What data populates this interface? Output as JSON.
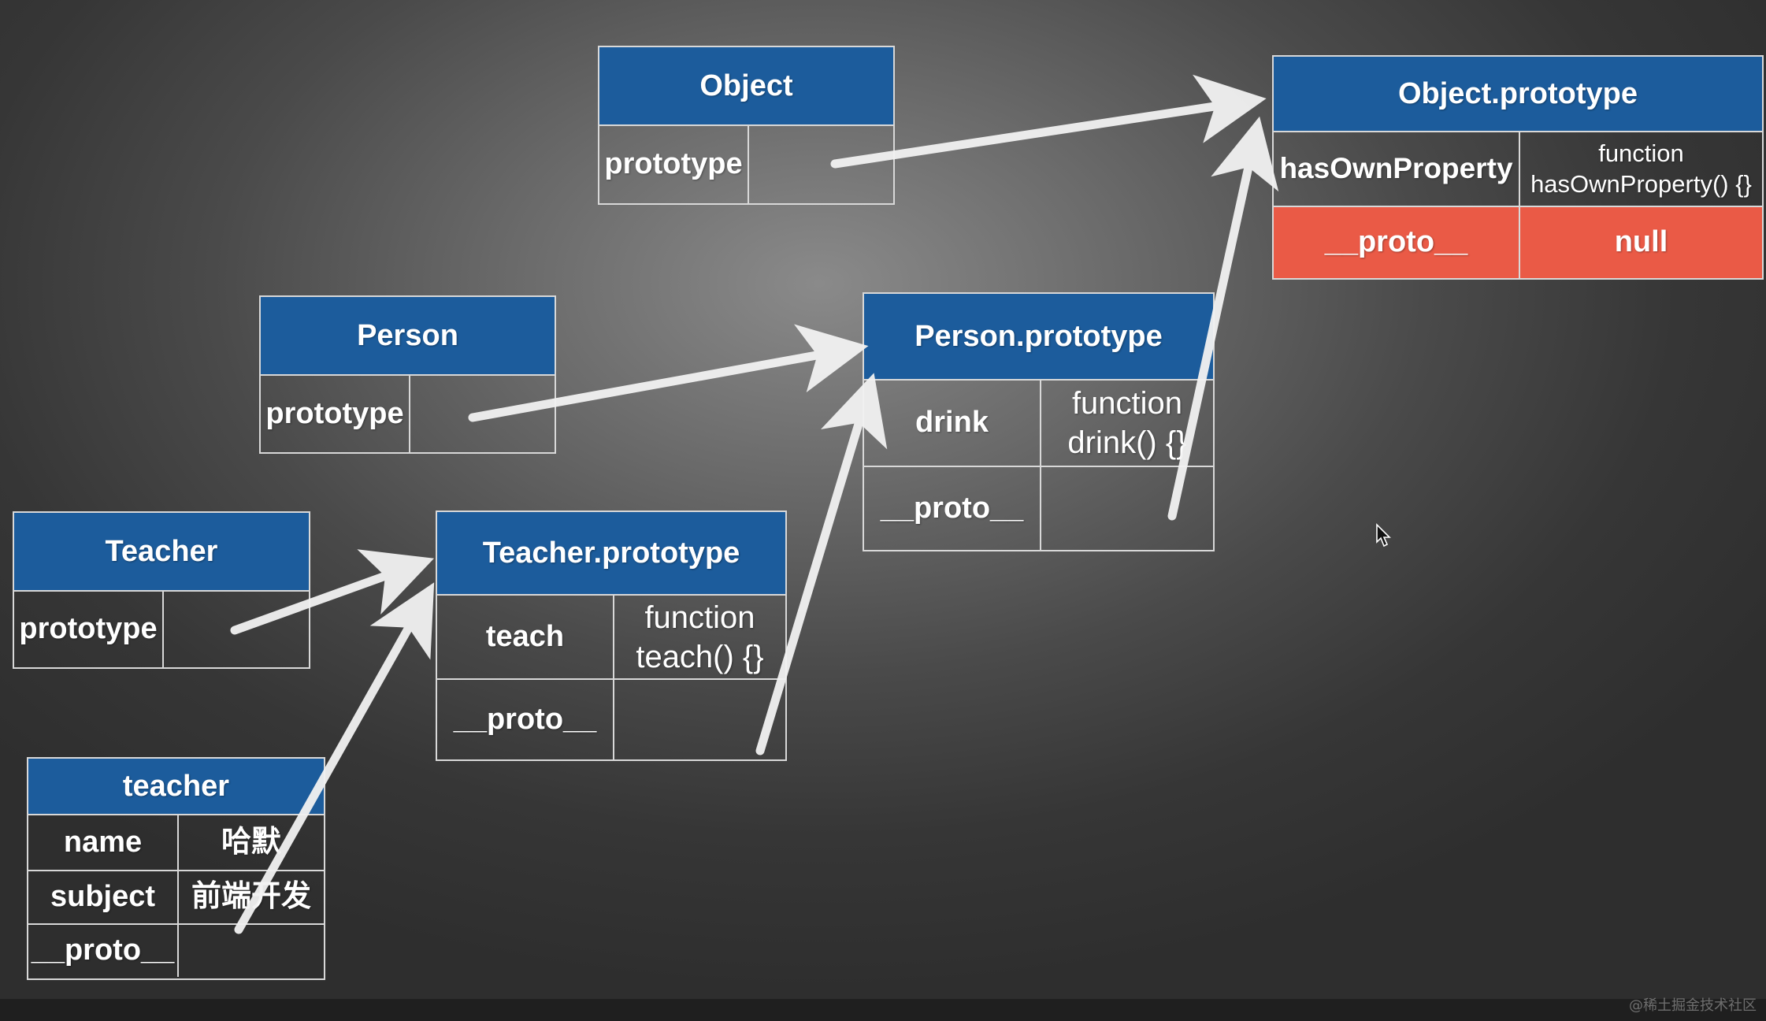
{
  "boxes": {
    "object": {
      "title": "Object",
      "rows": [
        {
          "key": "prototype",
          "value": ""
        }
      ]
    },
    "object_prototype": {
      "title": "Object.prototype",
      "rows": [
        {
          "key": "hasOwnProperty",
          "value": "function\nhasOwnProperty() {}"
        },
        {
          "key": "__proto__",
          "value": "null"
        }
      ]
    },
    "person": {
      "title": "Person",
      "rows": [
        {
          "key": "prototype",
          "value": ""
        }
      ]
    },
    "person_prototype": {
      "title": "Person.prototype",
      "rows": [
        {
          "key": "drink",
          "value": "function\ndrink() {}"
        },
        {
          "key": "__proto__",
          "value": ""
        }
      ]
    },
    "teacher_ctor": {
      "title": "Teacher",
      "rows": [
        {
          "key": "prototype",
          "value": ""
        }
      ]
    },
    "teacher_prototype": {
      "title": "Teacher.prototype",
      "rows": [
        {
          "key": "teach",
          "value": "function\nteach() {}"
        },
        {
          "key": "__proto__",
          "value": ""
        }
      ]
    },
    "teacher_instance": {
      "title": "teacher",
      "rows": [
        {
          "key": "name",
          "value": "哈默"
        },
        {
          "key": "subject",
          "value": "前端开发"
        },
        {
          "key": "__proto__",
          "value": ""
        }
      ]
    }
  },
  "colors": {
    "header_blue": "#1c5c9c",
    "null_red": "#ea5a46",
    "arrow": "#f2f2f2"
  },
  "watermark": "@稀土掘金技术社区"
}
